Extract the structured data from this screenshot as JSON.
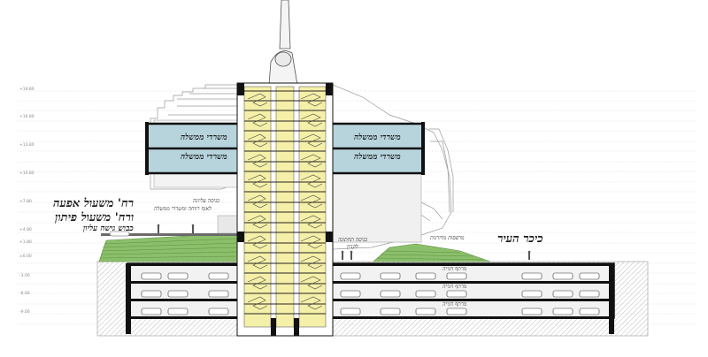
{
  "labels": {
    "street_aluf": "רח' משעול אפעה",
    "street_pitan": "ורח' משעול פיתון",
    "high_road": "כבוש גישה עליון",
    "upper_entrance": "כניסה עליונה",
    "upper_entrance_sub": "לאגף רווחה ומשרדי ממשלה",
    "lower_entrance": "כניסה תחתונה",
    "lower_entrance_sub": "לקניון",
    "terraces": "מרפסות מדורגות",
    "city_square": "כיכר העיר",
    "gov_offices": "משרדי ממשלה",
    "parking": "מרתף חנייה"
  },
  "level_marks": [
    "+19.80",
    "+16.80",
    "+13.80",
    "+10.80",
    "+7.80",
    "+4.80",
    "+1.80",
    "±0.00",
    "-3.00",
    "-6.00",
    "-9.00"
  ],
  "colors": {
    "core": "#f5f0a8",
    "glass": "#b7d4dd",
    "slab": "#111111",
    "grass": "#8cbf6a",
    "ground": "#d6d6d6"
  }
}
